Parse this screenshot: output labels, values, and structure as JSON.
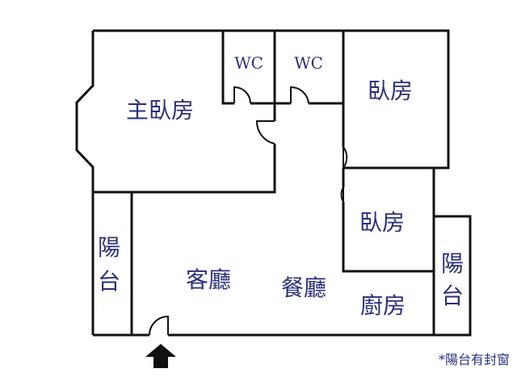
{
  "rooms": {
    "master_bedroom": "主臥房",
    "wc_1": "WC",
    "wc_2": "WC",
    "bedroom_1": "臥房",
    "bedroom_2": "臥房",
    "balcony_left_1": "陽",
    "balcony_left_2": "台",
    "balcony_right_1": "陽",
    "balcony_right_2": "台",
    "living_room": "客廳",
    "dining_room": "餐廳",
    "kitchen": "廚房"
  },
  "note": "*陽台有封窗",
  "colors": {
    "wall": "#111111",
    "label": "#2a2f7a"
  },
  "entrance": "up-arrow-icon"
}
